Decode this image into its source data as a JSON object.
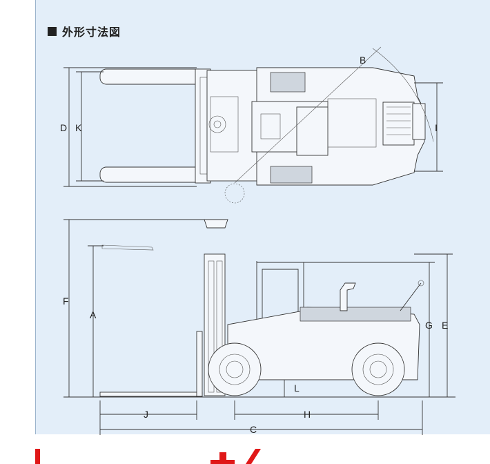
{
  "title": "外形寸法図",
  "labels": {
    "A": "A",
    "B": "B",
    "C": "C",
    "D": "D",
    "E": "E",
    "F": "F",
    "G": "G",
    "H": "H",
    "I": "I",
    "J": "J",
    "K": "K",
    "L": "L"
  },
  "colors": {
    "panel": "#e3eef9",
    "line": "#333333",
    "accent": "#e01818"
  }
}
